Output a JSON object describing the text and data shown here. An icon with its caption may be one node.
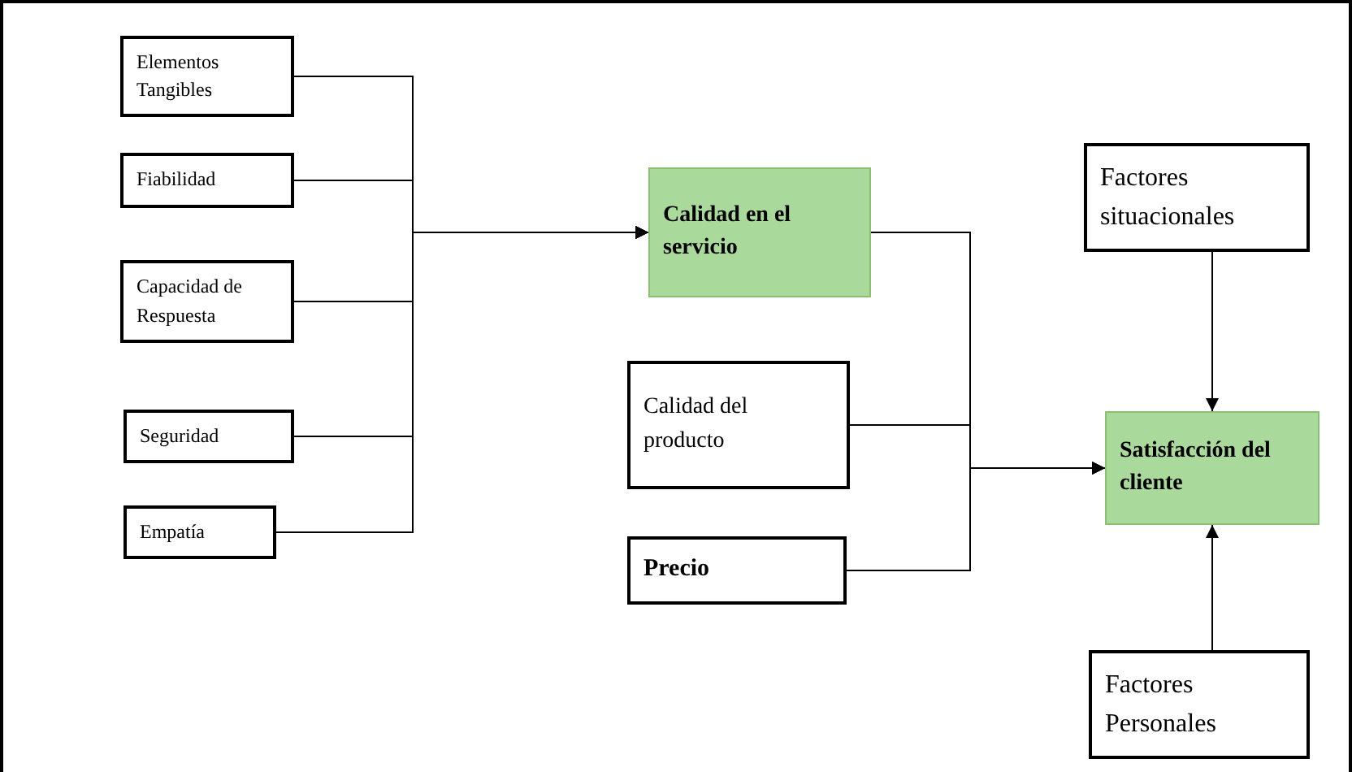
{
  "diagram": {
    "nodes": [
      {
        "text": [
          "Elementos Tangibles"
        ]
      },
      {
        "text": [
          "Fiabilidad"
        ]
      },
      {
        "text": [
          "Capacidad de Respuesta"
        ]
      },
      {
        "text": [
          "Seguridad"
        ]
      },
      {
        "text": [
          "Empatía"
        ]
      },
      {
        "text": [
          "Calidad en el servicio"
        ]
      },
      {
        "text": [
          "Calidad del producto"
        ]
      },
      {
        "text": [
          "Precio"
        ]
      },
      {
        "text": [
          "Factores situacionales"
        ]
      },
      {
        "text": [
          "Satisfacción del cliente"
        ]
      },
      {
        "text": [
          "Factores Personales"
        ]
      }
    ],
    "edges": [
      {
        "from": 0,
        "to": 5,
        "arrow": "to"
      },
      {
        "from": 1,
        "to": 5,
        "arrow": "to"
      },
      {
        "from": 2,
        "to": 5,
        "arrow": "to"
      },
      {
        "from": 3,
        "to": 5,
        "arrow": "to"
      },
      {
        "from": 4,
        "to": 5,
        "arrow": "to"
      },
      {
        "from": 5,
        "to": 9,
        "arrow": "to"
      },
      {
        "from": 6,
        "to": 9,
        "arrow": "to"
      },
      {
        "from": 7,
        "to": 9,
        "arrow": "to"
      },
      {
        "from": 8,
        "to": 9,
        "arrow": "to"
      },
      {
        "from": 10,
        "to": 9,
        "arrow": "to"
      }
    ]
  }
}
